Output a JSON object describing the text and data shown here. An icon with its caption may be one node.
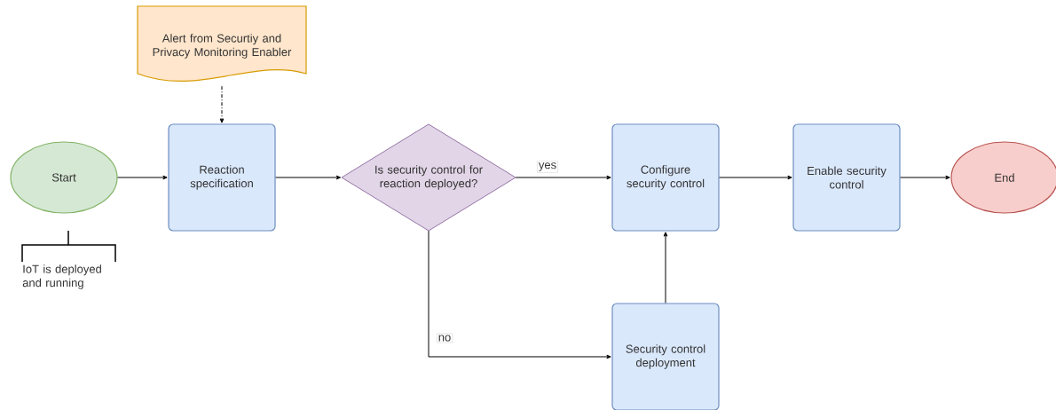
{
  "diagram": {
    "nodes": [
      {
        "text": [
          "Start"
        ]
      },
      {
        "text": [
          "Alert from Securtiy and Privacy Monitoring Enabler"
        ]
      },
      {
        "text": [
          "Reaction specification"
        ]
      },
      {
        "text": [
          "Is security control for reaction deployed?"
        ]
      },
      {
        "text": [
          "Configure security control"
        ]
      },
      {
        "text": [
          "Enable security control"
        ]
      },
      {
        "text": [
          "End"
        ]
      },
      {
        "text": [
          "Security control deployment"
        ]
      },
      {
        "text": [
          "IoT is deployed and running"
        ]
      }
    ],
    "edges": [
      {
        "from": 0,
        "to": 2,
        "arrow": "to"
      },
      {
        "from": 1,
        "to": 2,
        "arrow": "to",
        "style": "dashed"
      },
      {
        "from": 2,
        "to": 3,
        "arrow": "to"
      },
      {
        "from": 3,
        "to": 4,
        "arrow": "to",
        "label": "yes"
      },
      {
        "from": 4,
        "to": 5,
        "arrow": "to"
      },
      {
        "from": 5,
        "to": 6,
        "arrow": "to"
      },
      {
        "from": 3,
        "to": 7,
        "arrow": "to",
        "label": "no"
      },
      {
        "from": 7,
        "to": 4,
        "arrow": "to"
      }
    ]
  }
}
